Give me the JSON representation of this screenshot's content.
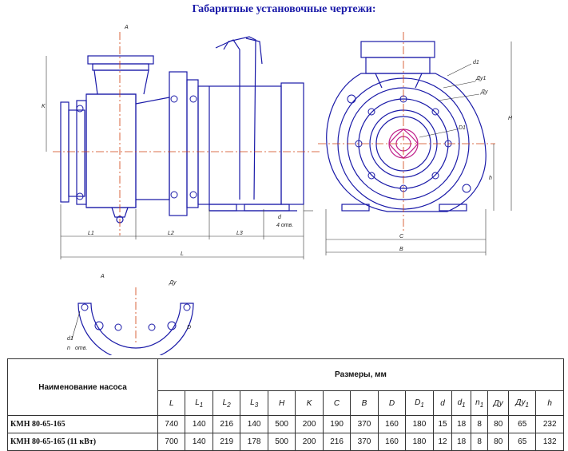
{
  "title": "Габаритные установочные чертежи:",
  "drawing_labels": {
    "A_top": "A",
    "H": "H",
    "K": "K",
    "L1": "L1",
    "L2": "L2",
    "L3": "L3",
    "L": "L",
    "d": "d",
    "holes4": "4 отв.",
    "d1": "d1",
    "Du1": "Ду1",
    "Du": "Ду",
    "D1": "D1",
    "D": "D",
    "h": "h",
    "C": "C",
    "B": "B",
    "A_detail": "A",
    "n_holes": "n",
    "n_holes_suffix": "отв.",
    "detail_d1": "d1"
  },
  "table": {
    "name_header": "Наименование насоса",
    "sizes_header": "Размеры, мм",
    "columns": [
      {
        "base": "L",
        "sub": ""
      },
      {
        "base": "L",
        "sub": "1"
      },
      {
        "base": "L",
        "sub": "2"
      },
      {
        "base": "L",
        "sub": "3"
      },
      {
        "base": "H",
        "sub": ""
      },
      {
        "base": "K",
        "sub": ""
      },
      {
        "base": "C",
        "sub": ""
      },
      {
        "base": "B",
        "sub": ""
      },
      {
        "base": "D",
        "sub": ""
      },
      {
        "base": "D",
        "sub": "1"
      },
      {
        "base": "d",
        "sub": ""
      },
      {
        "base": "d",
        "sub": "1"
      },
      {
        "base": "n",
        "sub": "1"
      },
      {
        "base": "Ду",
        "sub": ""
      },
      {
        "base": "Ду",
        "sub": "1"
      },
      {
        "base": "h",
        "sub": ""
      }
    ],
    "rows": [
      {
        "name": "КМН 80-65-165",
        "values": [
          "740",
          "140",
          "216",
          "140",
          "500",
          "200",
          "190",
          "370",
          "160",
          "180",
          "15",
          "18",
          "8",
          "80",
          "65",
          "232"
        ]
      },
      {
        "name": "КМН 80-65-165 (11 кВт)",
        "values": [
          "700",
          "140",
          "219",
          "178",
          "500",
          "200",
          "216",
          "370",
          "160",
          "180",
          "12",
          "18",
          "8",
          "80",
          "65",
          "132"
        ]
      }
    ]
  },
  "colors": {
    "outline": "#1a1aa8",
    "center_line": "#d04010",
    "impeller": "#c0208a",
    "text": "#1a1aa8"
  }
}
